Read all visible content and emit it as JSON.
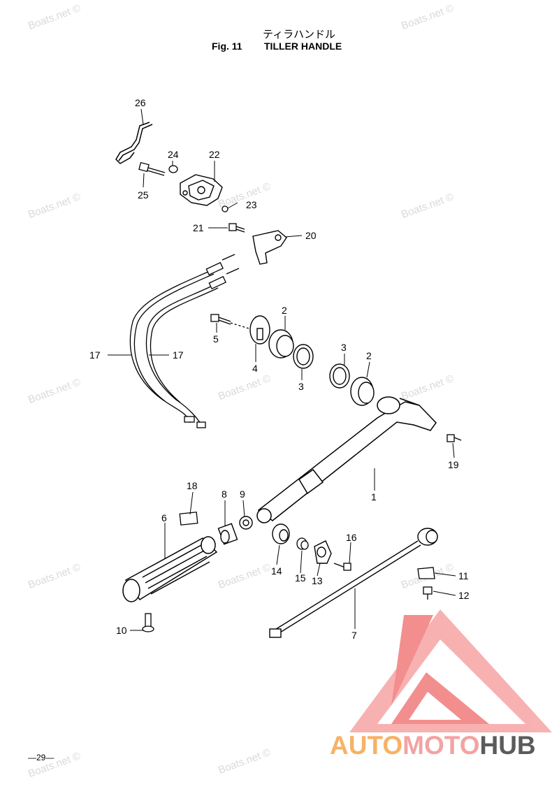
{
  "header": {
    "title_jp": "ティラハンドル",
    "fig_label": "Fig. 11",
    "title_en": "TILLER HANDLE"
  },
  "watermark_text": "Boats.net ©",
  "page_number": "—29—",
  "brand": {
    "part1": "AUTO",
    "part2": "MOTO",
    "part3": "HUB",
    "colors": {
      "auto": "#f6b266",
      "moto": "#f3a3a3",
      "hub": "#5b5b5b",
      "logo": "#f27b7b"
    }
  },
  "callouts": {
    "c1": "1",
    "c2a": "2",
    "c2b": "2",
    "c3a": "3",
    "c3b": "3",
    "c4": "4",
    "c5": "5",
    "c6": "6",
    "c7": "7",
    "c8": "8",
    "c9": "9",
    "c10": "10",
    "c11": "11",
    "c12": "12",
    "c13": "13",
    "c14": "14",
    "c15": "15",
    "c16": "16",
    "c17a": "17",
    "c17b": "17",
    "c18": "18",
    "c19": "19",
    "c20": "20",
    "c21": "21",
    "c22": "22",
    "c23": "23",
    "c24": "24",
    "c25": "25",
    "c26": "26"
  }
}
